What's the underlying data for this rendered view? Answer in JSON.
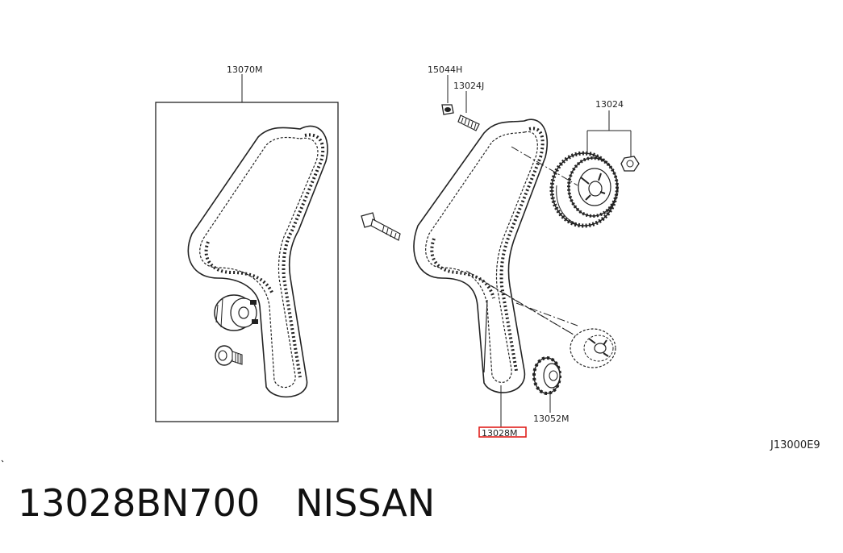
{
  "diagram": {
    "callouts": {
      "kit": "13070M",
      "bolt": "15044H",
      "stud": "13024J",
      "sprocket": "13024",
      "belt": "13028M",
      "crank_sprocket": "13052M",
      "ref": "J13000E9"
    },
    "highlight_color": "#e0201c"
  },
  "caption": {
    "part_number": "13028BN700",
    "brand": "NISSAN"
  }
}
